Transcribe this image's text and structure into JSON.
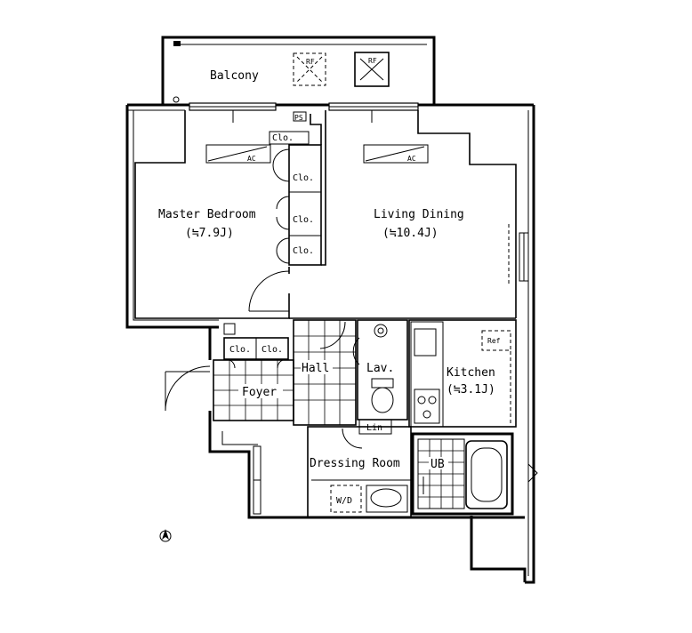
{
  "rooms": {
    "balcony": "Balcony",
    "master_bedroom": "Master Bedroom",
    "master_bedroom_size": "(≒7.9J)",
    "living_dining": "Living Dining",
    "living_dining_size": "(≒10.4J)",
    "kitchen": "Kitchen",
    "kitchen_size": "(≒3.1J)",
    "hall": "Hall",
    "foyer": "Foyer",
    "lavatory": "Lav.",
    "dressing_room": "Dressing Room",
    "linen": "Lin",
    "washer": "W/D",
    "unit_bath": "UB"
  },
  "closets": [
    "Clo.",
    "Clo.",
    "Clo.",
    "Clo.",
    "Clo.",
    "Clo."
  ],
  "fixtures": {
    "refrigerator": "Ref",
    "ac_label": "AC",
    "ps_label": "PS",
    "outdoor_unit": "RF"
  }
}
